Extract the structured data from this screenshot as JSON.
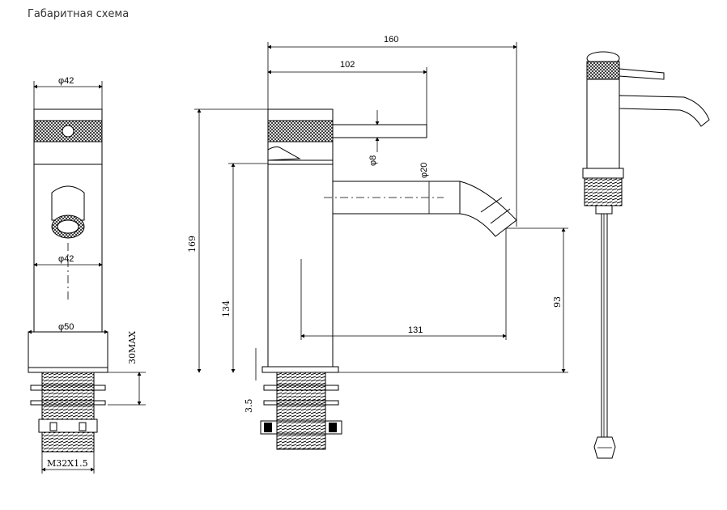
{
  "title": "Габаритная схема",
  "dimensions": {
    "top_diameter": "φ42",
    "mid_diameter": "φ42",
    "base_diameter": "φ50",
    "thickness_max": "30MAX",
    "thread": "M32X1.5",
    "total_width": "160",
    "handle_width": "102",
    "total_height": "169",
    "spout_height": "134",
    "spout_reach": "131",
    "outlet_height": "93",
    "handle_diameter": "φ8",
    "spout_diameter": "φ20",
    "base_gap": "3.5"
  },
  "colors": {
    "line": "#000000",
    "title": "#333333"
  }
}
